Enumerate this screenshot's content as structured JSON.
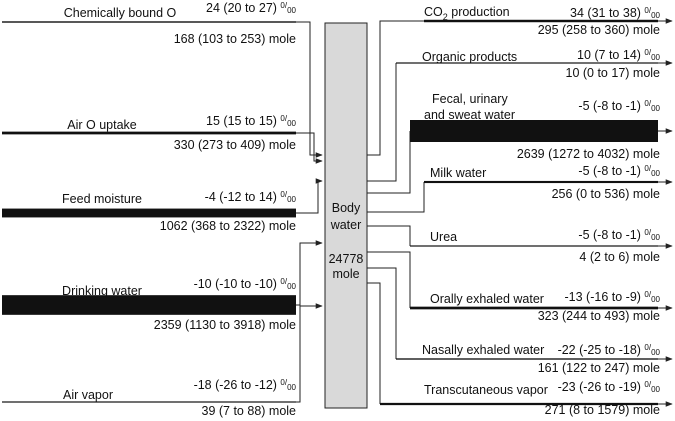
{
  "body": {
    "label_lines": [
      "Body",
      "water"
    ],
    "amount": [
      "24778",
      "mole"
    ]
  },
  "inputs": [
    {
      "name": "Chemically bound O",
      "delta": "24 (20 to 27)",
      "amount": "168 (103 to 253) mole",
      "flux_mole": 168
    },
    {
      "name": "Air O uptake",
      "delta": "15 (15 to 15)",
      "amount": "330 (273 to 409) mole",
      "flux_mole": 330
    },
    {
      "name": "Feed moisture",
      "delta": "-4 (-12 to 14)",
      "amount": "1062 (368 to 2322) mole",
      "flux_mole": 1062
    },
    {
      "name": "Drinking water",
      "delta": "-10 (-10 to -10)",
      "amount": "2359 (1130 to 3918) mole",
      "flux_mole": 2359
    },
    {
      "name": "Air vapor",
      "delta": "-18 (-26 to -12)",
      "amount": "39 (7 to 88) mole",
      "flux_mole": 39
    }
  ],
  "outputs": [
    {
      "name": "CO",
      "name_sub": "2",
      "name_rest": " production",
      "delta": "34 (31 to 38)",
      "amount": "295 (258 to 360) mole",
      "flux_mole": 295
    },
    {
      "name": "Organic products",
      "delta": "10 (7 to 14)",
      "amount": "10 (0 to 17) mole",
      "flux_mole": 10
    },
    {
      "name_lines": [
        "Fecal, urinary",
        "and sweat water"
      ],
      "delta": "-5 (-8 to -1)",
      "amount": "2639 (1272 to 4032) mole",
      "flux_mole": 2639
    },
    {
      "name": "Milk water",
      "delta": "-5 (-8 to -1)",
      "amount": "256 (0 to 536) mole",
      "flux_mole": 256
    },
    {
      "name": "Urea",
      "delta": "-5 (-8 to -1)",
      "amount": "4 (2 to 6) mole",
      "flux_mole": 4
    },
    {
      "name": "Orally exhaled water",
      "delta": "-13 (-16 to -9)",
      "amount": "323 (244 to 493) mole",
      "flux_mole": 323
    },
    {
      "name": "Nasally exhaled water",
      "delta": "-22 (-25 to -18)",
      "amount": "161 (122 to 247) mole",
      "flux_mole": 161
    },
    {
      "name": "Transcutaneous vapor",
      "delta": "-23 (-26 to -19)",
      "amount": "271 (8 to 1579) mole",
      "flux_mole": 271
    }
  ],
  "permil": {
    "top": "0",
    "bottom": "00"
  },
  "colors": {
    "bar": "#111111",
    "box_fill": "#d9d9d9",
    "line": "#222222"
  }
}
